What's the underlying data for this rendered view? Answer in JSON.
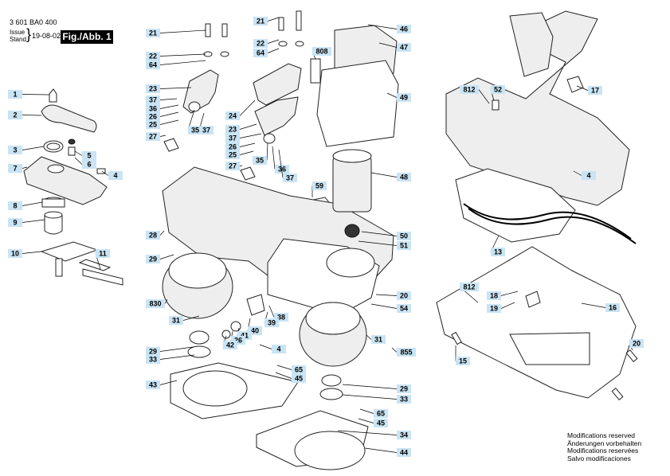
{
  "header": {
    "drawing_number": "3 601 BA0 400",
    "issue_label": "Issue",
    "stand_label": "Stand",
    "date": "19-08-02",
    "figure_label": "Fig./Abb. 1"
  },
  "modifications_notice": [
    "Modifications reserved",
    "Änderungen vorbehalten",
    "Modifications reservées",
    "Salvo modificaciones"
  ],
  "callouts": [
    {
      "id": "c1",
      "label": "1"
    },
    {
      "id": "c2",
      "label": "2"
    },
    {
      "id": "c3",
      "label": "3"
    },
    {
      "id": "c5",
      "label": "5"
    },
    {
      "id": "c6",
      "label": "6"
    },
    {
      "id": "c7",
      "label": "7"
    },
    {
      "id": "c4a",
      "label": "4"
    },
    {
      "id": "c8",
      "label": "8"
    },
    {
      "id": "c9",
      "label": "9"
    },
    {
      "id": "c10",
      "label": "10"
    },
    {
      "id": "c11",
      "label": "11"
    },
    {
      "id": "c21a",
      "label": "21"
    },
    {
      "id": "c22a",
      "label": "22"
    },
    {
      "id": "c64a",
      "label": "64"
    },
    {
      "id": "c23a",
      "label": "23"
    },
    {
      "id": "c37a",
      "label": "37"
    },
    {
      "id": "c36a",
      "label": "36"
    },
    {
      "id": "c26a",
      "label": "26"
    },
    {
      "id": "c25a",
      "label": "25"
    },
    {
      "id": "c35a",
      "label": "35"
    },
    {
      "id": "c37b",
      "label": "37"
    },
    {
      "id": "c27a",
      "label": "27"
    },
    {
      "id": "c21b",
      "label": "21"
    },
    {
      "id": "c22b",
      "label": "22"
    },
    {
      "id": "c64b",
      "label": "64"
    },
    {
      "id": "c808",
      "label": "808"
    },
    {
      "id": "c24",
      "label": "24"
    },
    {
      "id": "c23b",
      "label": "23"
    },
    {
      "id": "c37c",
      "label": "37"
    },
    {
      "id": "c26b",
      "label": "26"
    },
    {
      "id": "c25b",
      "label": "25"
    },
    {
      "id": "c27b",
      "label": "27"
    },
    {
      "id": "c35b",
      "label": "35"
    },
    {
      "id": "c36b",
      "label": "36"
    },
    {
      "id": "c37d",
      "label": "37"
    },
    {
      "id": "c46",
      "label": "46"
    },
    {
      "id": "c47",
      "label": "47"
    },
    {
      "id": "c49",
      "label": "49"
    },
    {
      "id": "c48",
      "label": "48"
    },
    {
      "id": "c59",
      "label": "59"
    },
    {
      "id": "c50",
      "label": "50"
    },
    {
      "id": "c51",
      "label": "51"
    },
    {
      "id": "c28",
      "label": "28"
    },
    {
      "id": "c29a",
      "label": "29"
    },
    {
      "id": "c830",
      "label": "830"
    },
    {
      "id": "c31a",
      "label": "31"
    },
    {
      "id": "c38",
      "label": "38"
    },
    {
      "id": "c39",
      "label": "39"
    },
    {
      "id": "c40",
      "label": "40"
    },
    {
      "id": "c41",
      "label": "41"
    },
    {
      "id": "c26c",
      "label": "26"
    },
    {
      "id": "c42",
      "label": "42"
    },
    {
      "id": "c4b",
      "label": "4"
    },
    {
      "id": "c20a",
      "label": "20"
    },
    {
      "id": "c54",
      "label": "54"
    },
    {
      "id": "c31b",
      "label": "31"
    },
    {
      "id": "c855",
      "label": "855"
    },
    {
      "id": "c29b",
      "label": "29"
    },
    {
      "id": "c33a",
      "label": "33"
    },
    {
      "id": "c65a",
      "label": "65"
    },
    {
      "id": "c45a",
      "label": "45"
    },
    {
      "id": "c43",
      "label": "43"
    },
    {
      "id": "c29c",
      "label": "29"
    },
    {
      "id": "c33b",
      "label": "33"
    },
    {
      "id": "c65b",
      "label": "65"
    },
    {
      "id": "c45b",
      "label": "45"
    },
    {
      "id": "c34",
      "label": "34"
    },
    {
      "id": "c44",
      "label": "44"
    },
    {
      "id": "c812a",
      "label": "812"
    },
    {
      "id": "c52",
      "label": "52"
    },
    {
      "id": "c17",
      "label": "17"
    },
    {
      "id": "c4c",
      "label": "4"
    },
    {
      "id": "c13",
      "label": "13"
    },
    {
      "id": "c812b",
      "label": "812"
    },
    {
      "id": "c18",
      "label": "18"
    },
    {
      "id": "c19",
      "label": "19"
    },
    {
      "id": "c16",
      "label": "16"
    },
    {
      "id": "c20b",
      "label": "20"
    },
    {
      "id": "c15",
      "label": "15"
    }
  ]
}
